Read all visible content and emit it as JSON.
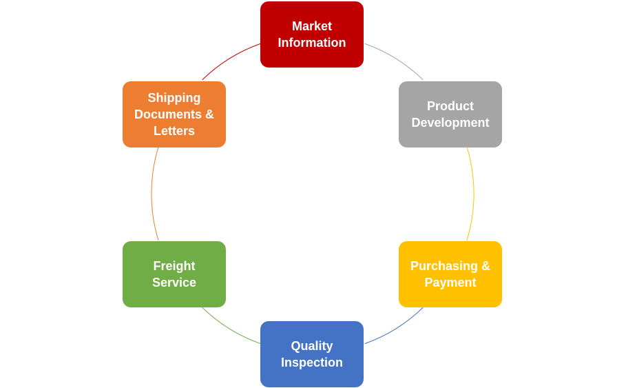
{
  "diagram": {
    "type": "cycle",
    "nodes": [
      {
        "id": "market",
        "label": "Market\nInformation",
        "color": "#C00000"
      },
      {
        "id": "product",
        "label": "Product\nDevelopment",
        "color": "#A5A5A5"
      },
      {
        "id": "purchase",
        "label": "Purchasing &\nPayment",
        "color": "#FFC000"
      },
      {
        "id": "quality",
        "label": "Quality\nInspection",
        "color": "#4472C4"
      },
      {
        "id": "freight",
        "label": "Freight\nService",
        "color": "#70AD47"
      },
      {
        "id": "shipping",
        "label": "Shipping\nDocuments &\nLetters",
        "color": "#ED7D31"
      }
    ]
  }
}
